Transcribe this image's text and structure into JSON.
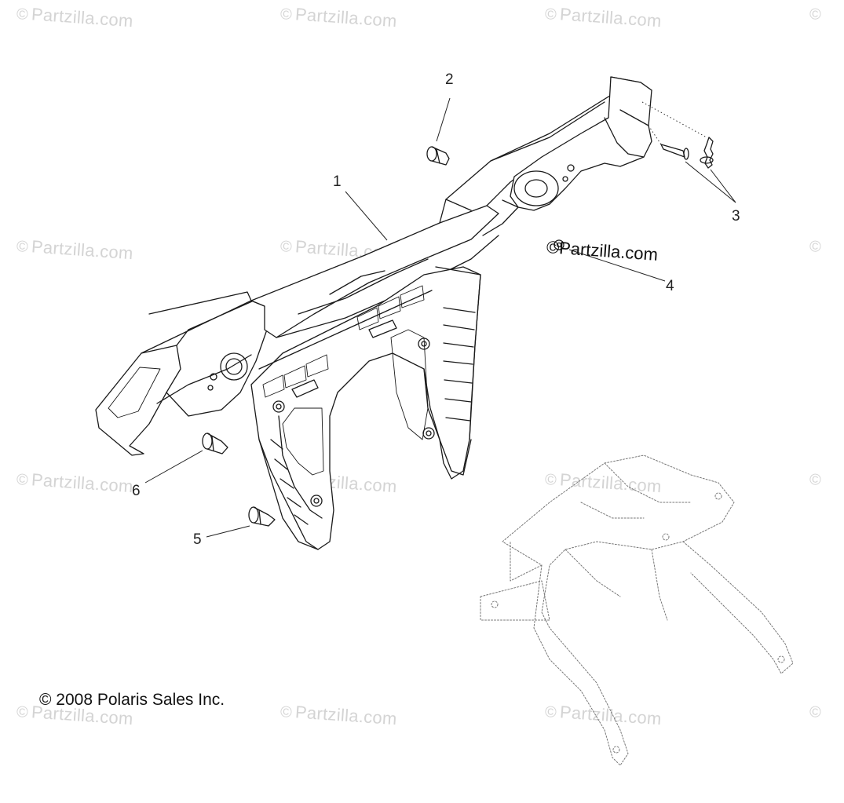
{
  "watermark": {
    "symbol": "©",
    "text": "Partzilla.com",
    "color": "#d4d4d4"
  },
  "callouts": [
    {
      "id": "1",
      "label": "1"
    },
    {
      "id": "2",
      "label": "2"
    },
    {
      "id": "3",
      "label": "3"
    },
    {
      "id": "4",
      "label": "4"
    },
    {
      "id": "5",
      "label": "5"
    },
    {
      "id": "6",
      "label": "6"
    }
  ],
  "strong_watermark": "©Partzilla.com",
  "copyright": "© 2008 Polaris Sales Inc."
}
